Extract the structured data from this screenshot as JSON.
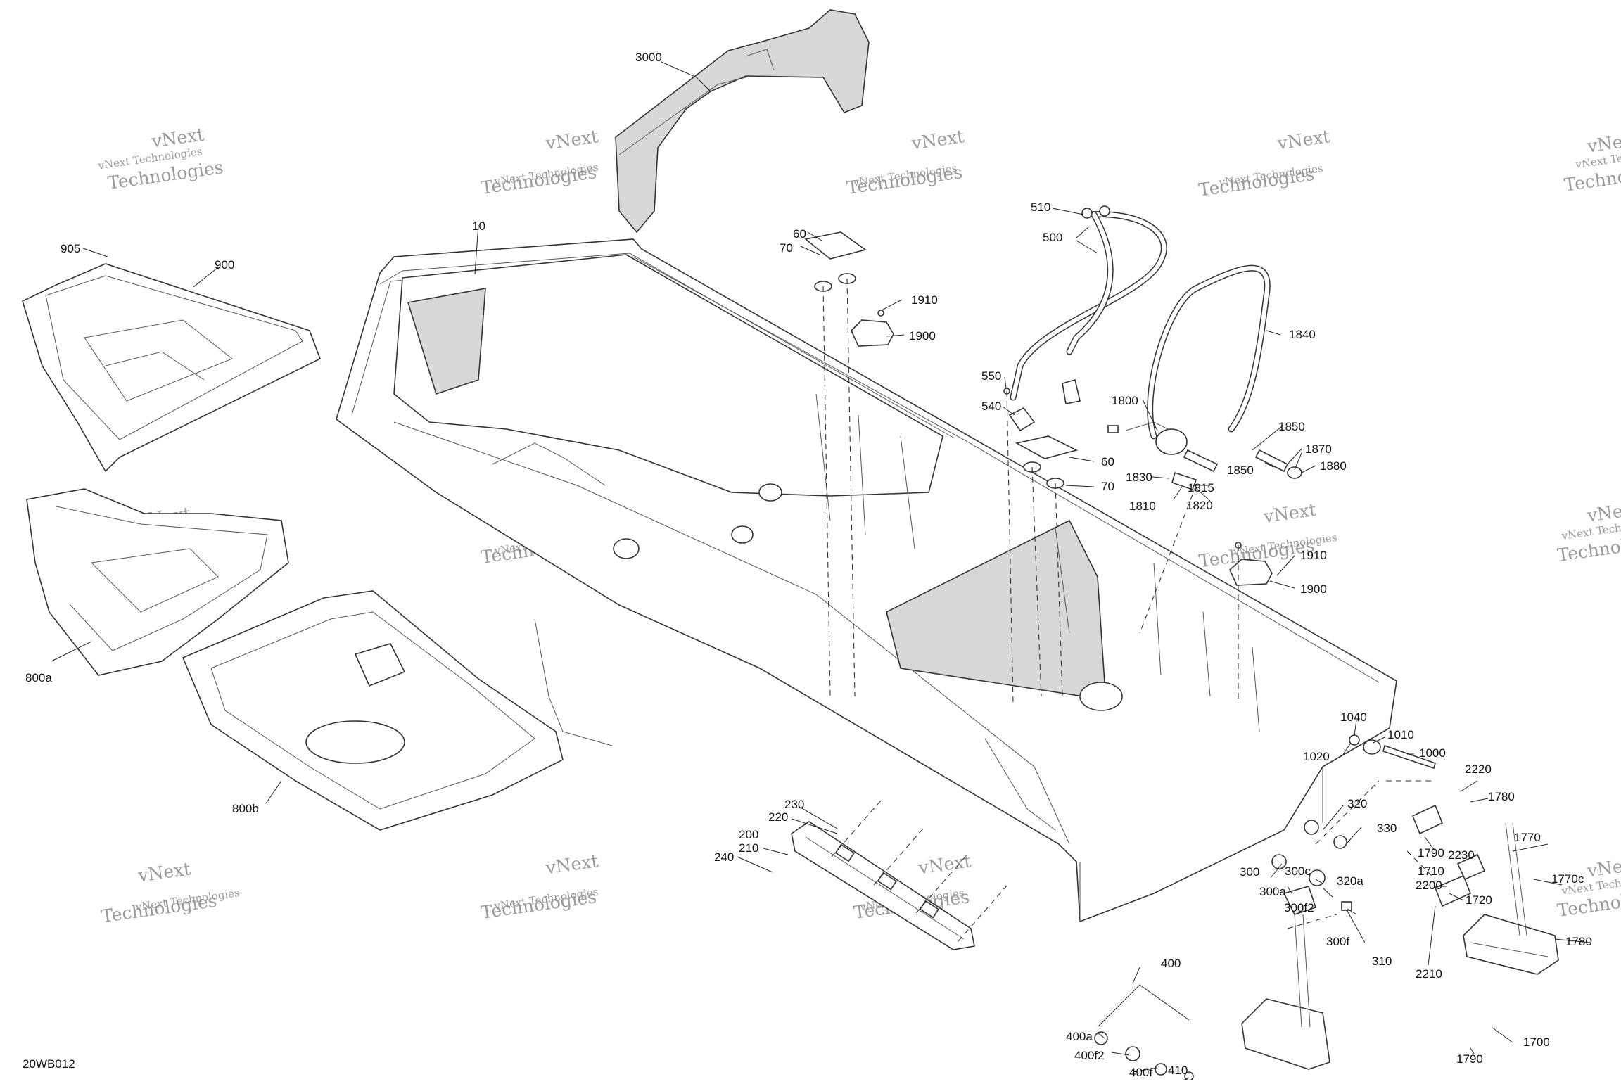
{
  "diagram": {
    "code": "20WB012",
    "watermark": [
      "vNext Technologies",
      "vNext",
      "Technologies"
    ],
    "callouts": [
      {
        "id": "c3000",
        "text": "3000"
      },
      {
        "id": "c10",
        "text": "10"
      },
      {
        "id": "c905",
        "text": "905"
      },
      {
        "id": "c900",
        "text": "900"
      },
      {
        "id": "c60a",
        "text": "60"
      },
      {
        "id": "c70a",
        "text": "70"
      },
      {
        "id": "c1910a",
        "text": "1910"
      },
      {
        "id": "c1900a",
        "text": "1900"
      },
      {
        "id": "c510",
        "text": "510"
      },
      {
        "id": "c500",
        "text": "500"
      },
      {
        "id": "c1840",
        "text": "1840"
      },
      {
        "id": "c550",
        "text": "550"
      },
      {
        "id": "c540",
        "text": "540"
      },
      {
        "id": "c1800",
        "text": "1800"
      },
      {
        "id": "c1850a",
        "text": "1850"
      },
      {
        "id": "c1850b",
        "text": "1850"
      },
      {
        "id": "c1870",
        "text": "1870"
      },
      {
        "id": "c1880",
        "text": "1880"
      },
      {
        "id": "c60b",
        "text": "60"
      },
      {
        "id": "c70b",
        "text": "70"
      },
      {
        "id": "c1830",
        "text": "1830"
      },
      {
        "id": "c1815",
        "text": "1815"
      },
      {
        "id": "c1810",
        "text": "1810"
      },
      {
        "id": "c1820",
        "text": "1820"
      },
      {
        "id": "c1910b",
        "text": "1910"
      },
      {
        "id": "c1900b",
        "text": "1900"
      },
      {
        "id": "c800a",
        "text": "800a"
      },
      {
        "id": "c800b",
        "text": "800b"
      },
      {
        "id": "c1040",
        "text": "1040"
      },
      {
        "id": "c1010",
        "text": "1010"
      },
      {
        "id": "c1000",
        "text": "1000"
      },
      {
        "id": "c1020",
        "text": "1020"
      },
      {
        "id": "c2220",
        "text": "2220"
      },
      {
        "id": "c1780a",
        "text": "1780"
      },
      {
        "id": "c230",
        "text": "230"
      },
      {
        "id": "c220",
        "text": "220"
      },
      {
        "id": "c200",
        "text": "200"
      },
      {
        "id": "c210",
        "text": "210"
      },
      {
        "id": "c240",
        "text": "240"
      },
      {
        "id": "c320",
        "text": "320"
      },
      {
        "id": "c330",
        "text": "330"
      },
      {
        "id": "c1790a",
        "text": "1790"
      },
      {
        "id": "c2230",
        "text": "2230"
      },
      {
        "id": "c1770",
        "text": "1770"
      },
      {
        "id": "c300",
        "text": "300"
      },
      {
        "id": "c300c",
        "text": "300c"
      },
      {
        "id": "c320a",
        "text": "320a"
      },
      {
        "id": "c1710",
        "text": "1710"
      },
      {
        "id": "c2200",
        "text": "2200"
      },
      {
        "id": "c1770c",
        "text": "1770c"
      },
      {
        "id": "c300a",
        "text": "300a"
      },
      {
        "id": "c300f2",
        "text": "300f2"
      },
      {
        "id": "c1720",
        "text": "1720"
      },
      {
        "id": "c400",
        "text": "400"
      },
      {
        "id": "c300f",
        "text": "300f"
      },
      {
        "id": "c310",
        "text": "310"
      },
      {
        "id": "c1780b",
        "text": "1780"
      },
      {
        "id": "c2210",
        "text": "2210"
      },
      {
        "id": "c400a",
        "text": "400a"
      },
      {
        "id": "c400f2",
        "text": "400f2"
      },
      {
        "id": "c1700",
        "text": "1700"
      },
      {
        "id": "c400f",
        "text": "400f"
      },
      {
        "id": "c1790b",
        "text": "1790"
      },
      {
        "id": "c410",
        "text": "410"
      }
    ]
  }
}
